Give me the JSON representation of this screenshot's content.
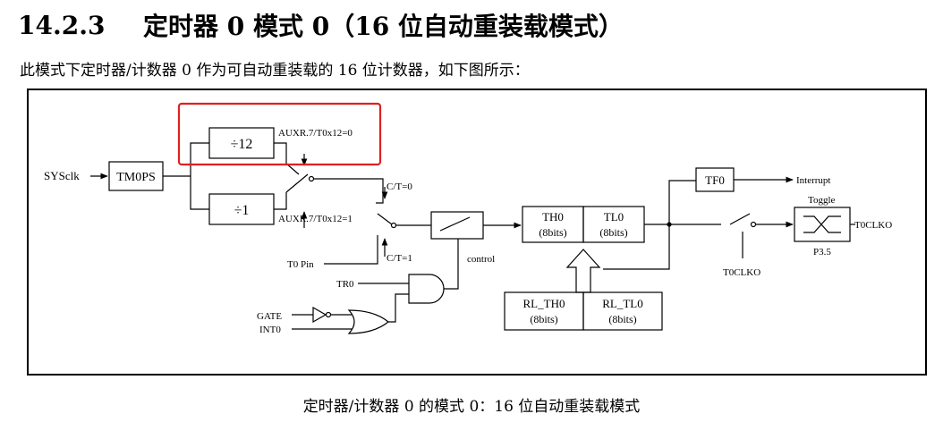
{
  "heading": {
    "number": "14.2.3",
    "title": "定时器 0 模式 0（16 位自动重装载模式）"
  },
  "intro": "此模式下定时器/计数器 0 作为可自动重装载的 16 位计数器，如下图所示：",
  "diagram": {
    "sysclk": "SYSclk",
    "tm0ps": "TM0PS",
    "div12": "÷12",
    "div1": "÷1",
    "auxr_12": "AUXR.7/T0x12=0",
    "auxr_1": "AUXR.7/T0x12=1",
    "ct0": "C/T=0",
    "ct1": "C/T=1",
    "t0pin": "T0 Pin",
    "control": "control",
    "tr0": "TR0",
    "gate": "GATE",
    "int0": "INT0",
    "th0": "TH0",
    "th0_bits": "(8bits)",
    "tl0": "TL0",
    "tl0_bits": "(8bits)",
    "rl_th0": "RL_TH0",
    "rl_th0_bits": "(8bits)",
    "rl_tl0": "RL_TL0",
    "rl_tl0_bits": "(8bits)",
    "tf0": "TF0",
    "interrupt": "Interrupt",
    "toggle": "Toggle",
    "t0clko_out": "T0CLKO",
    "t0clko_switch": "T0CLKO",
    "p35": "P3.5",
    "highlight_color": "#e02020"
  },
  "caption": "定时器/计数器 0 的模式 0：16 位自动重装载模式"
}
